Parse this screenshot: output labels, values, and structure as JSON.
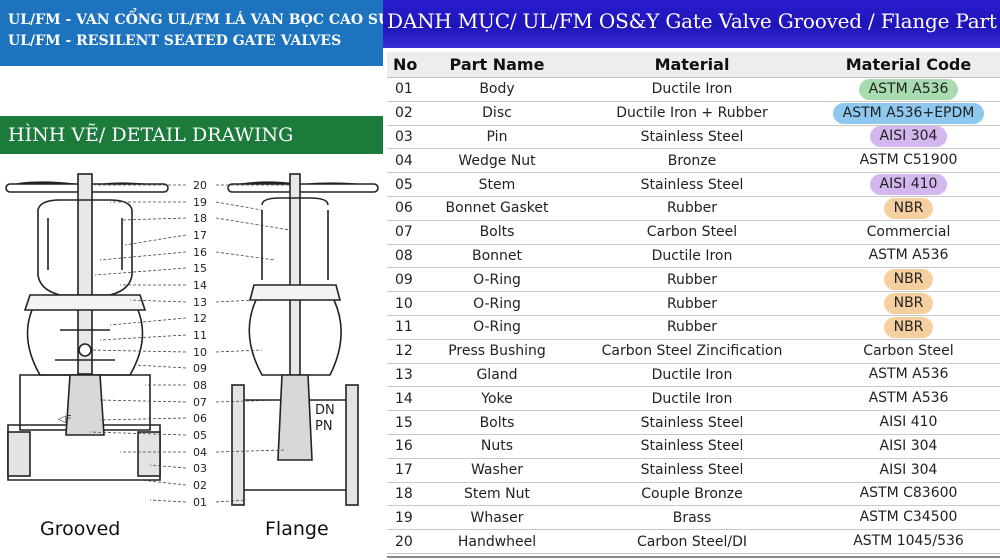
{
  "left": {
    "title_line1": "UL/FM - VAN CỔNG UL/FM LÁ VAN BỌC CAO SU",
    "title_line2": "UL/FM - RESILENT SEATED GATE VALVES",
    "drawing_title": "HÌNH VẼ/ DETAIL DRAWING",
    "callouts": [
      "20",
      "19",
      "18",
      "17",
      "16",
      "15",
      "14",
      "13",
      "12",
      "11",
      "10",
      "09",
      "08",
      "07",
      "06",
      "05",
      "04",
      "03",
      "02",
      "01"
    ],
    "mark_dn": "DN",
    "mark_pn": "PN",
    "caption_grooved": "Grooved",
    "caption_flange": "Flange"
  },
  "right": {
    "header": "DANH MỤC/ UL/FM OS&Y Gate Valve Grooved / Flange Part list",
    "columns": [
      "No",
      "Part Name",
      "Material",
      "Material Code"
    ],
    "rows": [
      {
        "no": "01",
        "name": "Body",
        "material": "Ductile Iron",
        "code": "ASTM A536",
        "hl": "green"
      },
      {
        "no": "02",
        "name": "Disc",
        "material": "Ductile Iron + Rubber",
        "code": "ASTM A536+EPDM",
        "hl": "blue"
      },
      {
        "no": "03",
        "name": "Pin",
        "material": "Stainless Steel",
        "code": "AISI 304",
        "hl": "purple"
      },
      {
        "no": "04",
        "name": "Wedge Nut",
        "material": "Bronze",
        "code": "ASTM C51900",
        "hl": "none"
      },
      {
        "no": "05",
        "name": "Stem",
        "material": "Stainless Steel",
        "code": "AISI 410",
        "hl": "purple"
      },
      {
        "no": "06",
        "name": "Bonnet Gasket",
        "material": "Rubber",
        "code": "NBR",
        "hl": "orange"
      },
      {
        "no": "07",
        "name": "Bolts",
        "material": "Carbon Steel",
        "code": "Commercial",
        "hl": "none"
      },
      {
        "no": "08",
        "name": "Bonnet",
        "material": "Ductile Iron",
        "code": "ASTM A536",
        "hl": "none"
      },
      {
        "no": "09",
        "name": "O-Ring",
        "material": "Rubber",
        "code": "NBR",
        "hl": "orange"
      },
      {
        "no": "10",
        "name": "O-Ring",
        "material": "Rubber",
        "code": "NBR",
        "hl": "orange"
      },
      {
        "no": "11",
        "name": "O-Ring",
        "material": "Rubber",
        "code": "NBR",
        "hl": "orange"
      },
      {
        "no": "12",
        "name": "Press Bushing",
        "material": "Carbon Steel Zincification",
        "code": "Carbon Steel",
        "hl": "none"
      },
      {
        "no": "13",
        "name": "Gland",
        "material": "Ductile Iron",
        "code": "ASTM A536",
        "hl": "none"
      },
      {
        "no": "14",
        "name": "Yoke",
        "material": "Ductile Iron",
        "code": "ASTM A536",
        "hl": "none"
      },
      {
        "no": "15",
        "name": "Bolts",
        "material": "Stainless Steel",
        "code": "AISI 410",
        "hl": "none"
      },
      {
        "no": "16",
        "name": "Nuts",
        "material": "Stainless Steel",
        "code": "AISI 304",
        "hl": "none"
      },
      {
        "no": "17",
        "name": "Washer",
        "material": "Stainless Steel",
        "code": "AISI 304",
        "hl": "none"
      },
      {
        "no": "18",
        "name": "Stem Nut",
        "material": "Couple Bronze",
        "code": "ASTM C83600",
        "hl": "none"
      },
      {
        "no": "19",
        "name": "Whaser",
        "material": "Brass",
        "code": "ASTM C34500",
        "hl": "none"
      },
      {
        "no": "20",
        "name": "Handwheel",
        "material": "Carbon Steel/DI",
        "code": "ASTM 1045/536",
        "hl": "none"
      }
    ]
  }
}
